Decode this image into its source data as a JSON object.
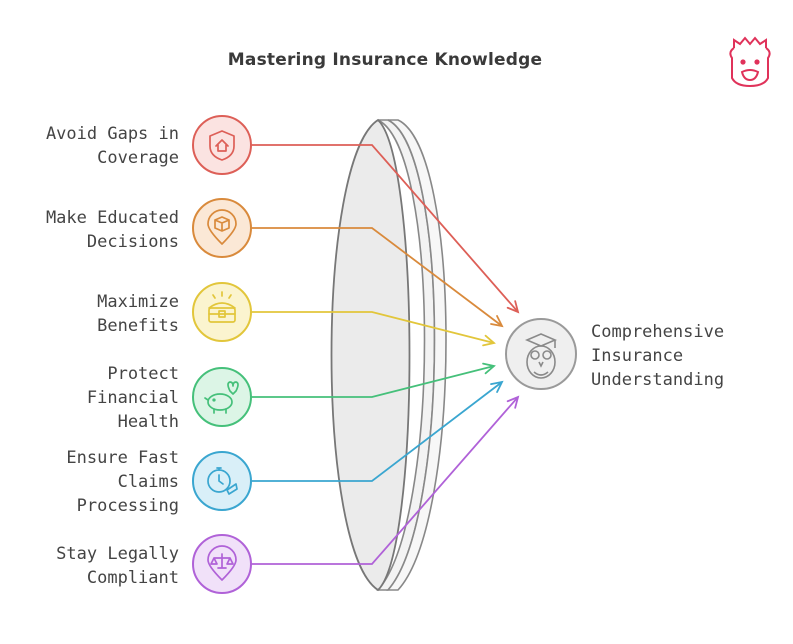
{
  "title": "Mastering Insurance Knowledge",
  "outcome": {
    "lines": [
      "Comprehensive",
      "Insurance",
      "Understanding"
    ],
    "icon": "owl-graduate-icon",
    "color": "#9a9a9a"
  },
  "items": [
    {
      "lines": [
        "Avoid Gaps in",
        "Coverage"
      ],
      "icon": "shield-house-icon",
      "color": "#dd5f57",
      "fill": "#fbe3e1"
    },
    {
      "lines": [
        "Make Educated",
        "Decisions"
      ],
      "icon": "pin-box-icon",
      "color": "#d98a3c",
      "fill": "#fbe8d6"
    },
    {
      "lines": [
        "Maximize",
        "Benefits"
      ],
      "icon": "treasure-chest-icon",
      "color": "#e2c63b",
      "fill": "#fbf4cf"
    },
    {
      "lines": [
        "Protect",
        "Financial",
        "Health"
      ],
      "icon": "piggy-bank-heart-icon",
      "color": "#45c07a",
      "fill": "#dcf5e6"
    },
    {
      "lines": [
        "Ensure Fast",
        "Claims",
        "Processing"
      ],
      "icon": "stopwatch-rocket-icon",
      "color": "#3aa6d0",
      "fill": "#d9eff8"
    },
    {
      "lines": [
        "Stay Legally",
        "Compliant"
      ],
      "icon": "pin-scales-icon",
      "color": "#b062d8",
      "fill": "#f1e1f9"
    }
  ],
  "brand": {
    "icon": "alpaca-logo-icon",
    "color": "#e0325a"
  }
}
